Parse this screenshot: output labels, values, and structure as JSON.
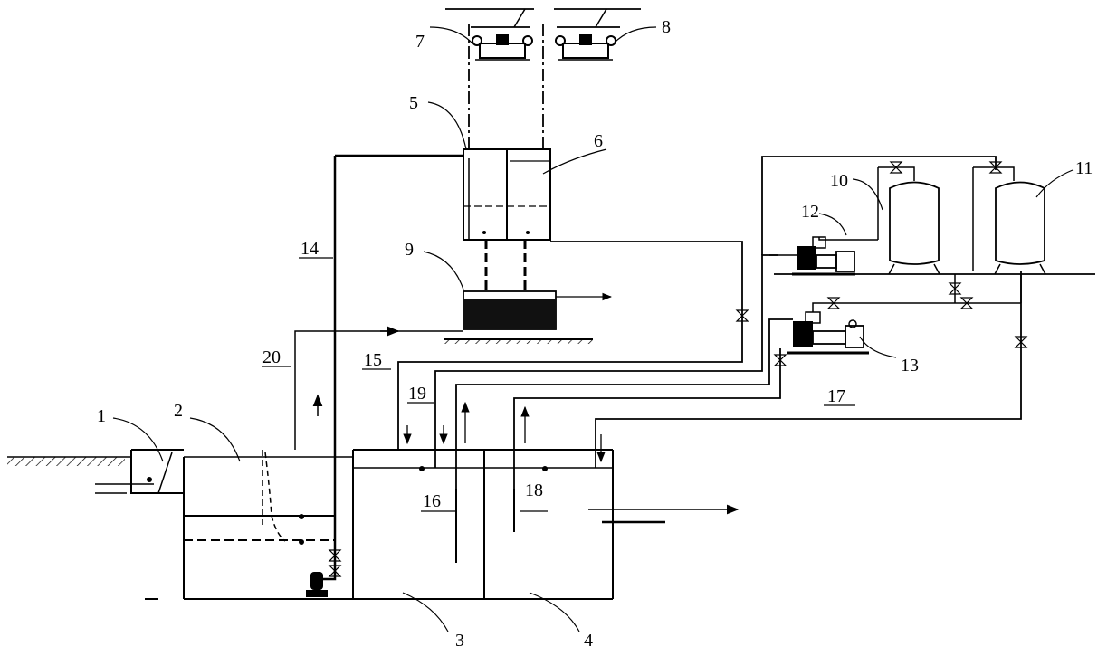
{
  "labels": {
    "l1": "1",
    "l2": "2",
    "l3": "3",
    "l4": "4",
    "l5": "5",
    "l6": "6",
    "l7": "7",
    "l8": "8",
    "l9": "9",
    "l10": "10",
    "l11": "11",
    "l12": "12",
    "l13": "13",
    "l14": "14",
    "l15": "15",
    "l16": "16",
    "l17": "17",
    "l18": "18",
    "l19": "19",
    "l20": "20"
  },
  "icons": {
    "pump": "pump-icon",
    "tank": "pressure-tank-icon",
    "valve": "valve-icon",
    "spray": "spray-nozzle-icon",
    "media": "filter-media-icon",
    "ground": "ground-hatch-icon",
    "flow": "flow-arrow-icon"
  },
  "colors": {
    "line": "#000000",
    "background": "#ffffff"
  }
}
